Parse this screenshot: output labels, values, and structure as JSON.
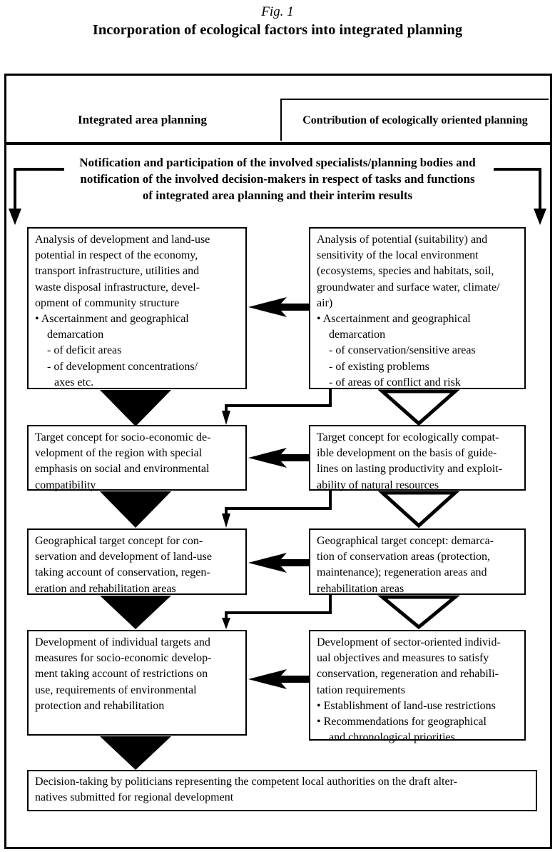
{
  "figure": {
    "label": "Fig. 1",
    "title": "Incorporation of ecological factors into integrated planning"
  },
  "header": {
    "left_column": "Integrated area planning",
    "right_column": "Contribution of ecologically oriented planning"
  },
  "notification": {
    "lines": [
      {
        "t": "Notification and participation of the involved specialists/planning bodies and"
      },
      {
        "t": "notification of the involved decision-makers in respect of tasks and functions"
      },
      {
        "t": "of integrated area planning and their interim results"
      }
    ]
  },
  "boxes": {
    "left": [
      {
        "name": "analysis-development-land-use",
        "lines": [
          {
            "t": "Analysis of development and land-use"
          },
          {
            "t": "potential in respect of the economy,"
          },
          {
            "t": "transport infrastructure, utilities and"
          },
          {
            "t": "waste disposal infrastructure, devel-"
          },
          {
            "t": "opment of community structure"
          },
          {
            "c": "b",
            "t": "• Ascertainment and geographical"
          },
          {
            "c": "bc",
            "t": "demarcation"
          },
          {
            "c": "d",
            "t": "- of deficit areas"
          },
          {
            "c": "d",
            "t": "- of development concentrations/"
          },
          {
            "c": "dc",
            "t": "axes etc."
          }
        ]
      },
      {
        "name": "target-concept-socio-economic",
        "lines": [
          {
            "t": "Target concept for socio-economic de-"
          },
          {
            "t": "velopment of the region with special"
          },
          {
            "t": "emphasis on social and environmental"
          },
          {
            "t": "compatibility"
          }
        ]
      },
      {
        "name": "geographical-target-concept-conservation",
        "lines": [
          {
            "t": "Geographical target concept for con-"
          },
          {
            "t": "servation and development of land-use"
          },
          {
            "t": "taking account of conservation, regen-"
          },
          {
            "t": "eration and rehabilitation areas"
          }
        ]
      },
      {
        "name": "development-individual-targets",
        "lines": [
          {
            "t": "Development of individual targets and"
          },
          {
            "t": "measures for socio-economic develop-"
          },
          {
            "t": "ment taking account of restrictions on"
          },
          {
            "t": "use, requirements of environmental"
          },
          {
            "t": "protection and rehabilitation"
          }
        ]
      }
    ],
    "right": [
      {
        "name": "analysis-potential-sensitivity",
        "lines": [
          {
            "t": "Analysis of potential (suitability) and"
          },
          {
            "t": "sensitivity of the local environment"
          },
          {
            "t": "(ecosystems, species and habitats, soil,"
          },
          {
            "t": "groundwater and surface water, climate/"
          },
          {
            "t": "air)"
          },
          {
            "c": "b",
            "t": "• Ascertainment and geographical"
          },
          {
            "c": "bc",
            "t": "demarcation"
          },
          {
            "c": "d",
            "t": "- of conservation/sensitive areas"
          },
          {
            "c": "d",
            "t": "- of existing problems"
          },
          {
            "c": "d",
            "t": "- of areas of conflict and risk"
          }
        ]
      },
      {
        "name": "target-concept-ecologically-compatible",
        "lines": [
          {
            "t": "Target concept for ecologically compat-"
          },
          {
            "t": "ible development on the basis of guide-"
          },
          {
            "t": "lines on lasting productivity and exploit-"
          },
          {
            "t": "ability of natural resources"
          }
        ]
      },
      {
        "name": "geographical-target-concept-demarcation",
        "lines": [
          {
            "t": "Geographical target concept: demarca-"
          },
          {
            "t": "tion of conservation areas (protection,"
          },
          {
            "t": "maintenance); regeneration areas and"
          },
          {
            "t": "rehabilitation areas"
          }
        ]
      },
      {
        "name": "development-sector-oriented",
        "lines": [
          {
            "t": "Development of sector-oriented individ-"
          },
          {
            "t": "ual objectives and measures to satisfy"
          },
          {
            "t": "conservation, regeneration and rehabili-"
          },
          {
            "t": "tation requirements"
          },
          {
            "c": "b",
            "t": "• Establishment of land-use restrictions"
          },
          {
            "c": "b",
            "t": "• Recommendations for geographical"
          },
          {
            "c": "bc",
            "t": "and chronological priorities"
          }
        ]
      }
    ],
    "bottom": {
      "name": "decision-taking",
      "lines": [
        {
          "t": "Decision-taking by politicians representing the competent local authorities on the draft alter-"
        },
        {
          "t": "natives submitted for regional development"
        }
      ]
    }
  },
  "colors": {
    "ink": "#000000",
    "paper": "#ffffff"
  }
}
